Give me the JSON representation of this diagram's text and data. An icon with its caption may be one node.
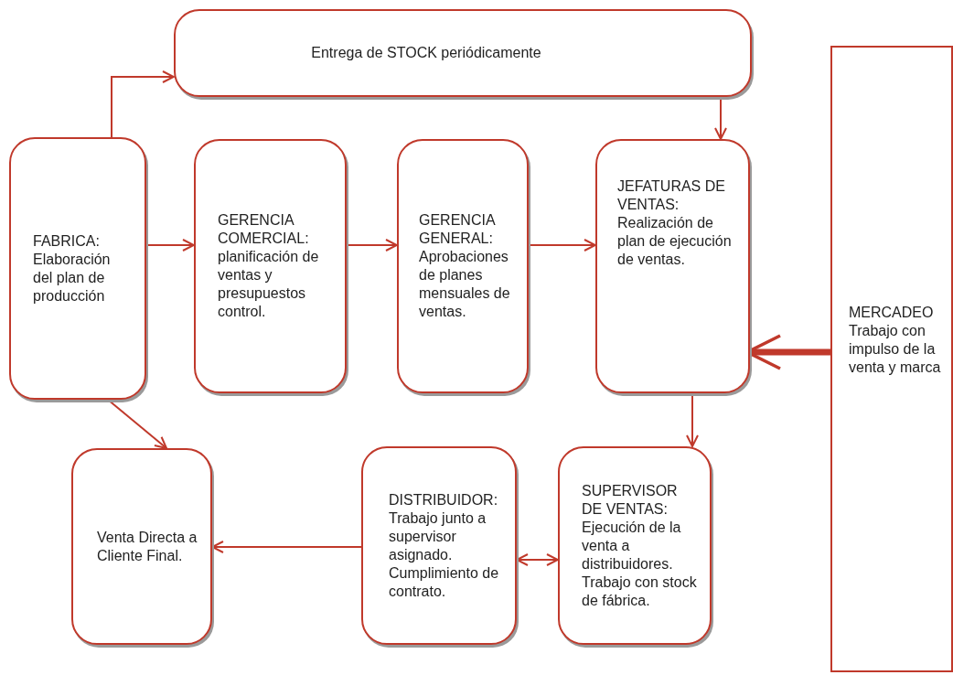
{
  "diagram": {
    "nodes": [
      {
        "text": [
          "Entrega de STOCK periódicamente"
        ]
      },
      {
        "text": [
          "FABRICA: Elaboración del plan de producción"
        ]
      },
      {
        "text": [
          "GERENCIA COMERCIAL: planificación de ventas y presupuestos control."
        ]
      },
      {
        "text": [
          "GERENCIA GENERAL: Aprobaciones de planes mensuales de ventas."
        ]
      },
      {
        "text": [
          "JEFATURAS DE VENTAS: Realización de plan de ejecución de ventas."
        ]
      },
      {
        "text": [
          "MERCADEO Trabajo con impulso de la venta y marca"
        ]
      },
      {
        "text": [
          "Venta Directa a Cliente Final."
        ]
      },
      {
        "text": [
          "DISTRIBUIDOR: Trabajo junto a supervisor asignado. Cumplimiento de contrato."
        ]
      },
      {
        "text": [
          "SUPERVISOR DE VENTAS: Ejecución de la venta a distribuidores. Trabajo con stock de fábrica."
        ]
      }
    ],
    "edges": [
      {
        "from": 1,
        "to": 0,
        "arrow": "to"
      },
      {
        "from": 0,
        "to": 4,
        "arrow": "to"
      },
      {
        "from": 1,
        "to": 2,
        "arrow": "to"
      },
      {
        "from": 2,
        "to": 3,
        "arrow": "to"
      },
      {
        "from": 3,
        "to": 4,
        "arrow": "to"
      },
      {
        "from": 4,
        "to": 8,
        "arrow": "to"
      },
      {
        "from": 8,
        "to": 7,
        "arrow": "both"
      },
      {
        "from": 7,
        "to": 6,
        "arrow": "to"
      },
      {
        "from": 1,
        "to": 6,
        "arrow": "to"
      },
      {
        "from": 5,
        "to": 4,
        "arrow": "to",
        "style": "thick"
      }
    ]
  }
}
